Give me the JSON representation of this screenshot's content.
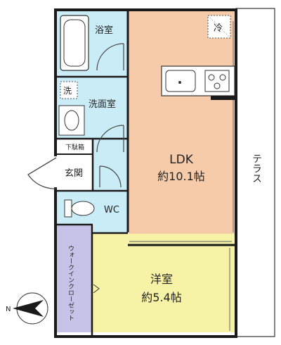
{
  "rooms": {
    "bath": "浴室",
    "washroom": "洗面室",
    "shoe_box": "下駄箱",
    "entrance": "玄関",
    "wc": "WC",
    "ldk_name": "LDK",
    "ldk_size": "約10.1帖",
    "western_name": "洋室",
    "western_size": "約5.4帖",
    "closet": "ウォークインクローゼット",
    "terrace": "テラス"
  },
  "fixtures": {
    "fridge": "冷",
    "washer": "洗"
  },
  "compass": {
    "letter": "N"
  },
  "colors": {
    "ldk": "#F5CBAA",
    "wet": "#C9ECF7",
    "western": "#F7F3A6",
    "closet": "#C7C3E8",
    "wall": "#1a1a1a"
  }
}
